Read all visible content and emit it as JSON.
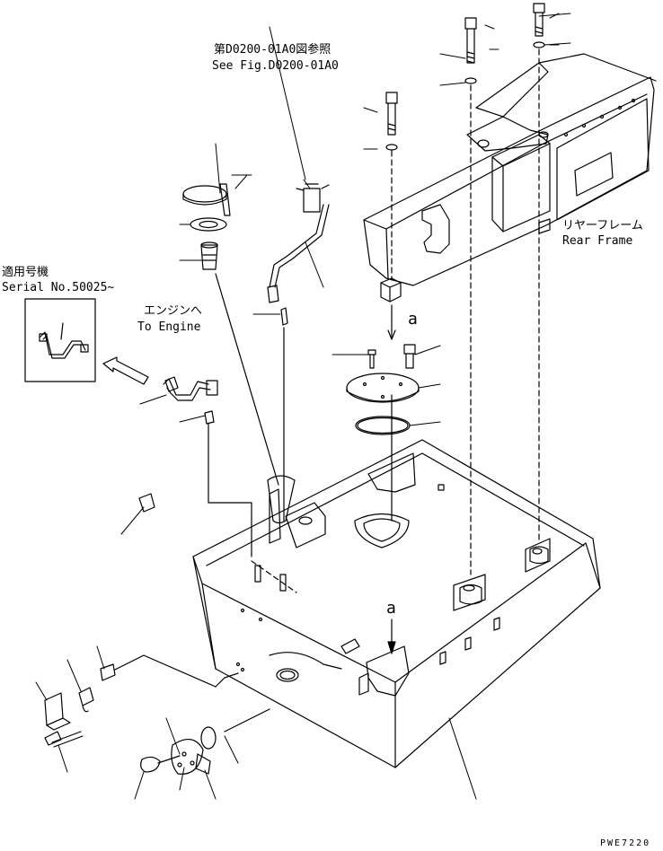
{
  "labels": {
    "see_fig_jp": "第D0200-01A0図参照",
    "see_fig_en": "See Fig.D0200-01A0",
    "rear_frame_jp": "リヤーフレーム",
    "rear_frame_en": "Rear Frame",
    "serial_jp": "適用号機",
    "serial_en": "Serial No.50025~",
    "to_engine_jp": "エンジンへ",
    "to_engine_en": "To Engine",
    "view_a_top": "a",
    "view_a_bottom": "a",
    "drawing_code": "PWE7220"
  }
}
